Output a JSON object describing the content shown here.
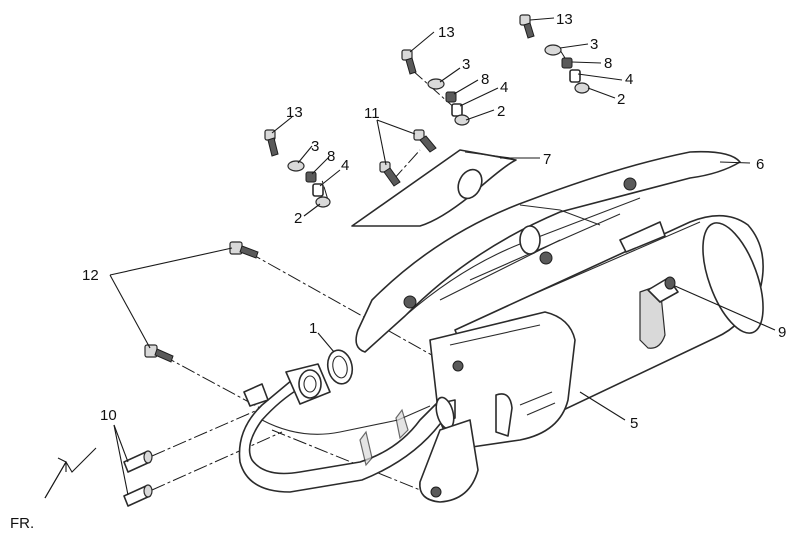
{
  "callouts": {
    "c1": "1",
    "c2a": "2",
    "c2b": "2",
    "c2c": "2",
    "c3a": "3",
    "c3b": "3",
    "c3c": "3",
    "c4a": "4",
    "c4b": "4",
    "c4c": "4",
    "c5": "5",
    "c6": "6",
    "c7": "7",
    "c8a": "8",
    "c8b": "8",
    "c8c": "8",
    "c9": "9",
    "c10": "10",
    "c11": "11",
    "c12": "12",
    "c13a": "13",
    "c13b": "13",
    "c13c": "13"
  },
  "direction_label": "FR.",
  "colors": {
    "line": "#2b2b2b",
    "shade": "#d9d9d9",
    "background": "#ffffff"
  }
}
